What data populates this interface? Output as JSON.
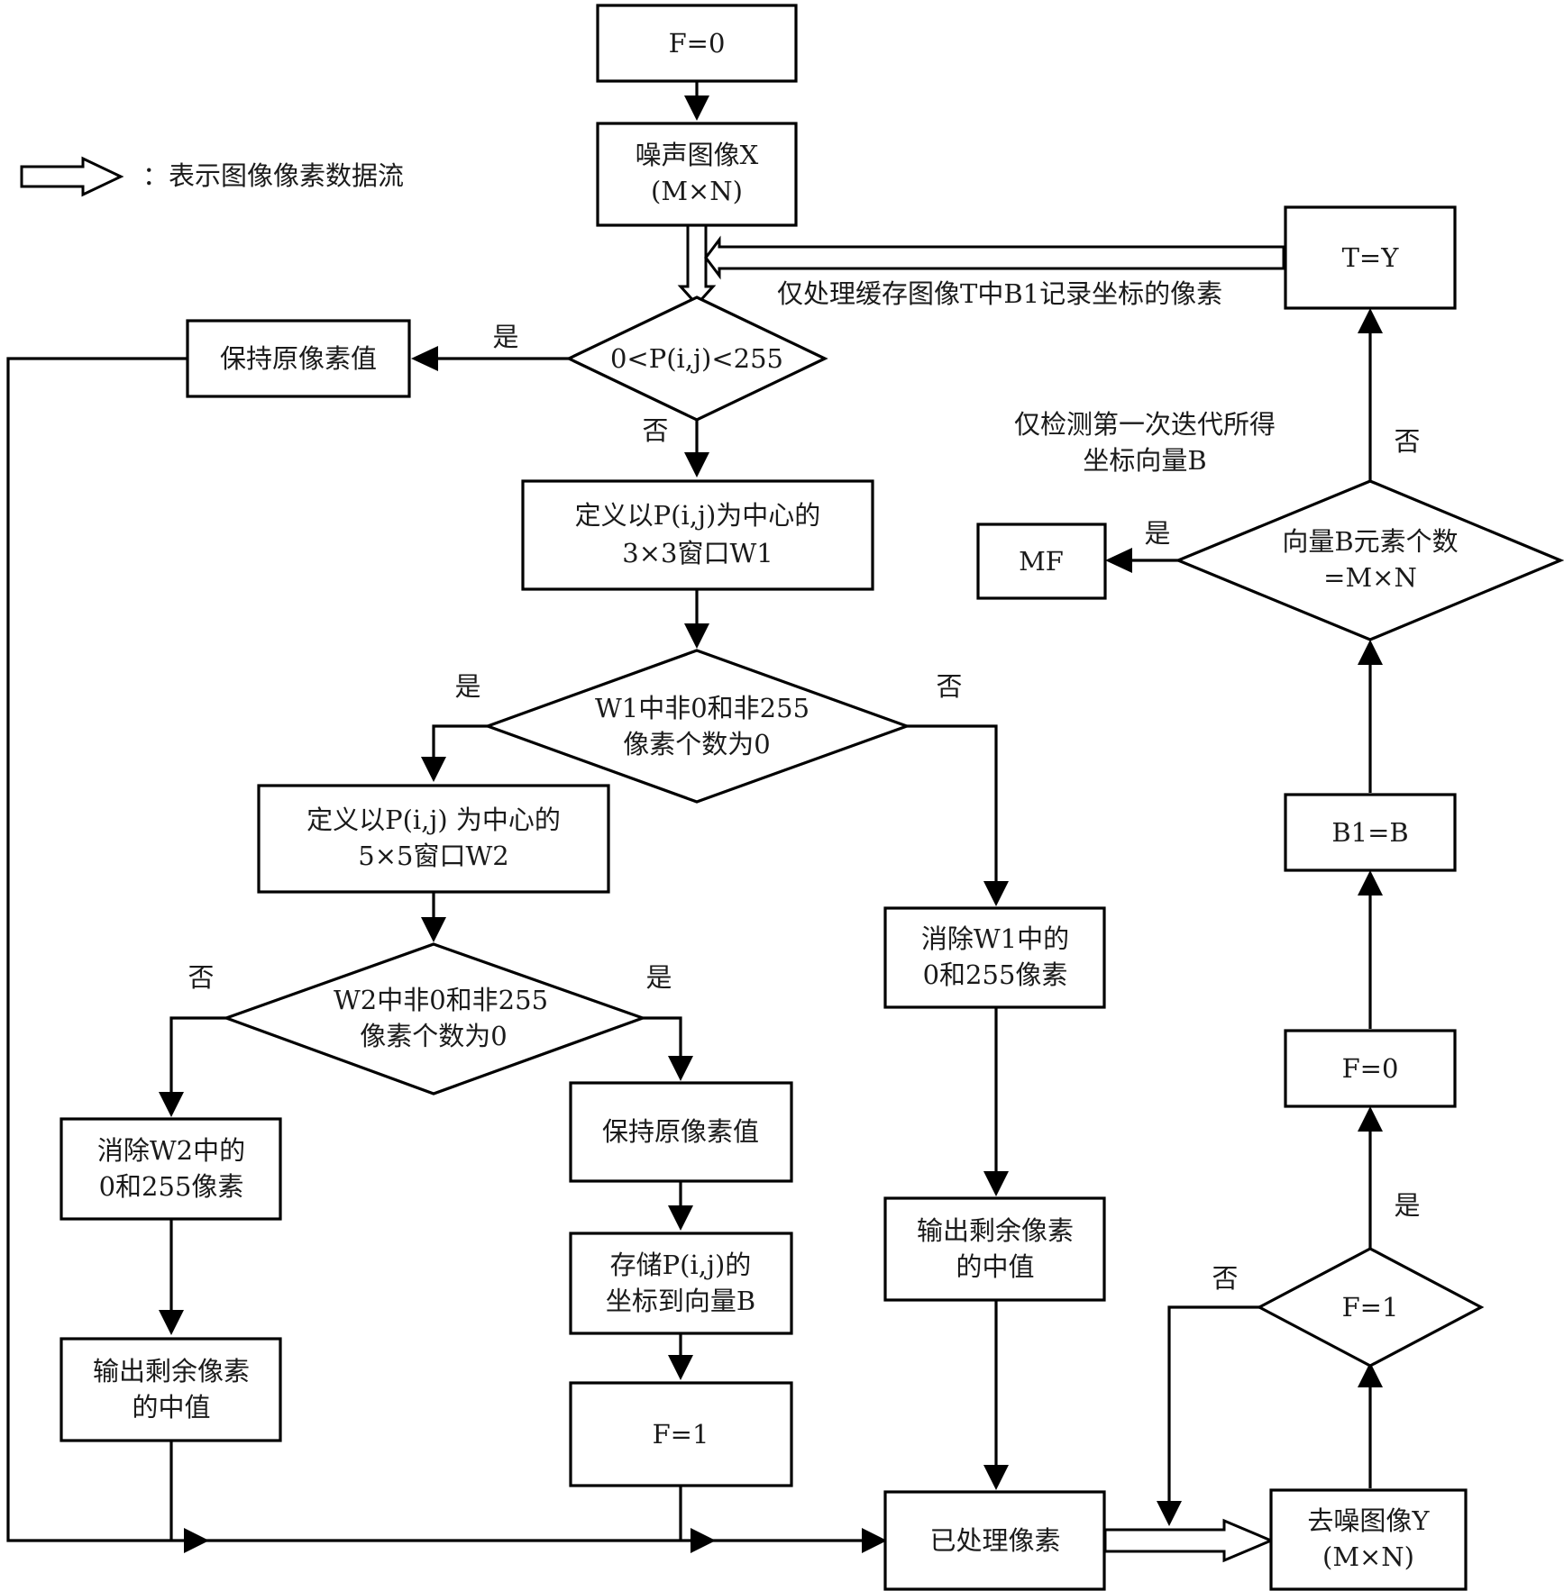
{
  "legend": {
    "text": "：表示图像像素数据流"
  },
  "notes": {
    "feedback": "仅处理缓存图像T中B1记录坐标的像素",
    "detect_line1": "仅检测第一次迭代所得",
    "detect_line2": "坐标向量B"
  },
  "nodes": {
    "f0_top": "F=0",
    "noisy_line1": "噪声图像X",
    "noisy_line2": "(M×N)",
    "cond_p": "0<P(i,j)<255",
    "keep_left": "保持原像素值",
    "w1_line1": "定义以P(i,j)为中心的",
    "w1_line2": "3×3窗口W1",
    "d_w1_line1": "W1中非0和非255",
    "d_w1_line2": "像素个数为0",
    "w2_line1": "定义以P(i,j) 为中心的",
    "w2_line2": "5×5窗口W2",
    "d_w2_line1": "W2中非0和非255",
    "d_w2_line2": "像素个数为0",
    "elim_w2_line1": "消除W2中的",
    "elim_w2_line2": "0和255像素",
    "out_left_line1": "输出剩余像素",
    "out_left_line2": "的中值",
    "keep_mid": "保持原像素值",
    "store_line1": "存储P(i,j)的",
    "store_line2": "坐标到向量B",
    "f1_mid": "F=1",
    "elim_w1_line1": "消除W1中的",
    "elim_w1_line2": "0和255像素",
    "out_right_line1": "输出剩余像素",
    "out_right_line2": "的中值",
    "processed": "已处理像素",
    "denoised_line1": "去噪图像Y",
    "denoised_line2": "(M×N)",
    "d_f1": "F=1",
    "f0_right": "F=0",
    "b1b": "B1=B",
    "d_vec_line1": "向量B元素个数",
    "d_vec_line2": "=M×N",
    "mf": "MF",
    "ty": "T=Y"
  },
  "labels": {
    "yes_cond_p": "是",
    "no_cond_p": "否",
    "yes_w1": "是",
    "no_w1": "否",
    "no_w2": "否",
    "yes_w2": "是",
    "no_f1": "否",
    "yes_f1": "是",
    "yes_vec": "是",
    "no_vec": "否"
  }
}
